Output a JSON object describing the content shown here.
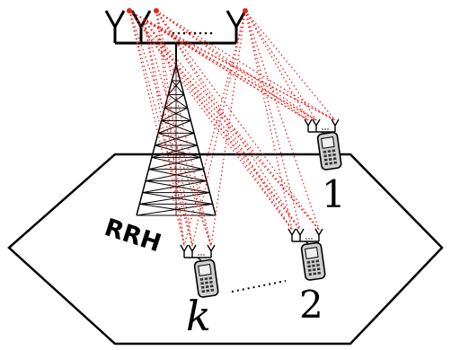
{
  "labels": {
    "rrh": "RRH",
    "user_1": "1",
    "user_2": "2",
    "user_k": "k"
  },
  "colors": {
    "link": "#e8231f",
    "line": "#000000",
    "phone_body": "#c8c8c8"
  },
  "icons": [
    "antenna-icon",
    "tower-icon",
    "mobile-phone-icon"
  ]
}
